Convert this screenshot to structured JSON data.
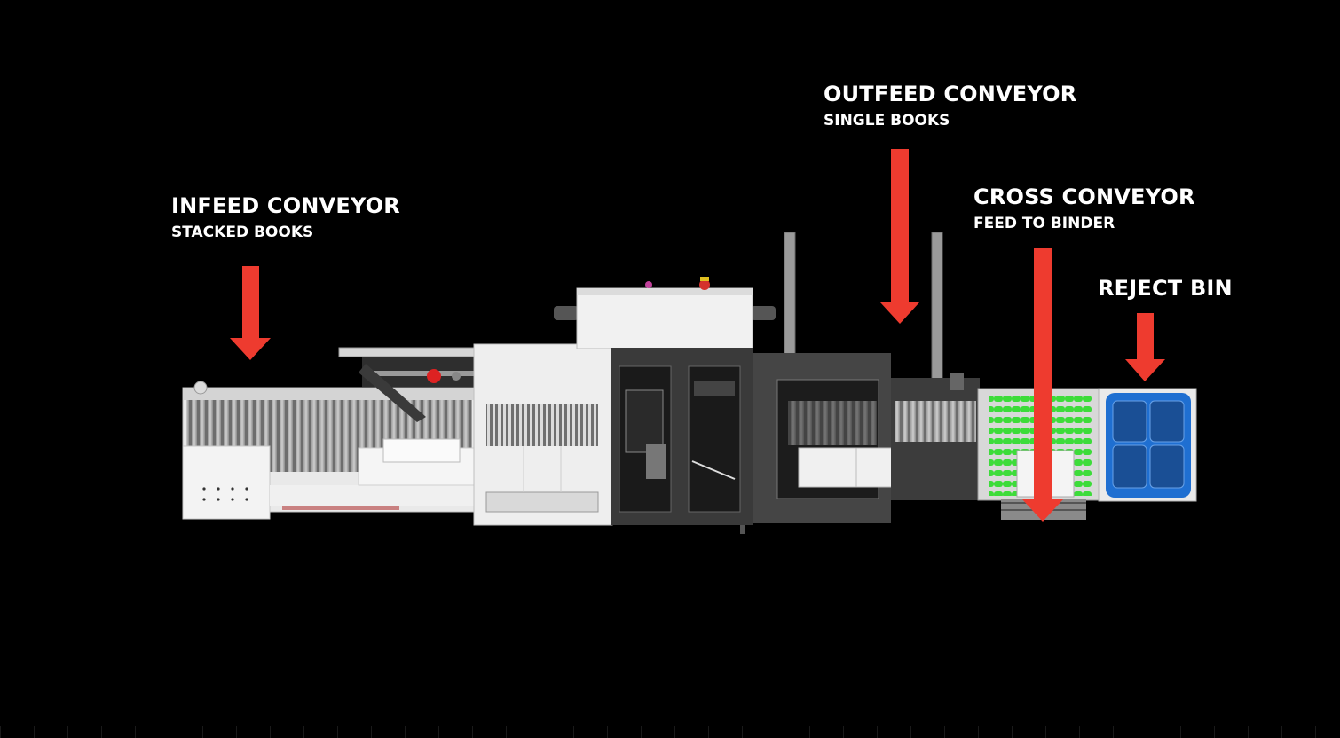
{
  "labels": {
    "infeed": {
      "title": "INFEED CONVEYOR",
      "subtitle": "STACKED BOOKS"
    },
    "outfeed": {
      "title": "OUTFEED CONVEYOR",
      "subtitle": "SINGLE BOOKS"
    },
    "cross": {
      "title": "CROSS CONVEYOR",
      "subtitle": "FEED TO BINDER"
    },
    "reject": {
      "title": "REJECT BIN"
    }
  },
  "colors": {
    "background": "#000000",
    "arrow": "#ee3b2f",
    "text": "#ffffff",
    "machine_white": "#f2f2f2",
    "machine_dark": "#3a3a3a",
    "roller_green": "#3ddc3a",
    "bin_blue": "#1f6fd1"
  },
  "icons": [
    "arrow-down-icon",
    "emergency-stop-icon"
  ]
}
